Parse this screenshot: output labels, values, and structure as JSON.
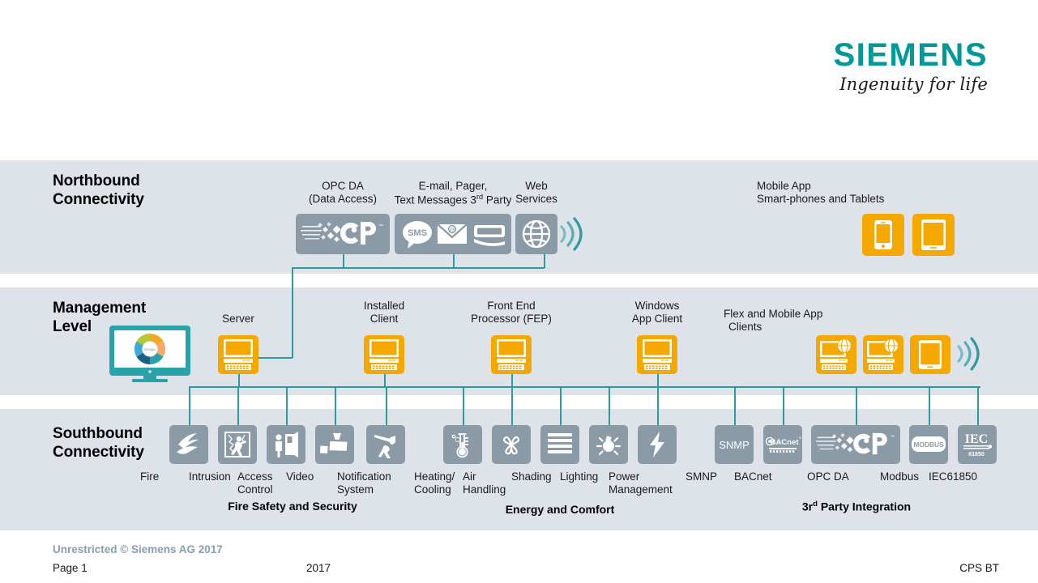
{
  "brand": {
    "name": "SIEMENS",
    "tagline": "Ingenuity for life",
    "color": "#009999"
  },
  "rows": {
    "northbound": {
      "title_line1": "Northbound",
      "title_line2": "Connectivity",
      "nodes": [
        {
          "name": "opc-da",
          "label_line1": "OPC DA",
          "label_line2": "(Data Access)",
          "icon": "opc-logo-icon"
        },
        {
          "name": "messaging",
          "label_line1": "E-mail, Pager,",
          "label_line2": "Text Messages 3rd Party",
          "icons": [
            "sms-bubble-icon",
            "envelope-at-icon",
            "pager-icon"
          ]
        },
        {
          "name": "web-services",
          "label_line1": "Web",
          "label_line2": "Services",
          "icon": "globe-icon"
        }
      ],
      "mobile": {
        "label_line1": "Mobile App",
        "label_line2": "Smart-phones and Tablets",
        "icons": [
          "smartphone-icon",
          "tablet-icon"
        ]
      }
    },
    "management": {
      "title_line1": "Management",
      "title_line2": "Level",
      "monitor_icon": "desigo-monitor-icon",
      "nodes": [
        {
          "name": "server",
          "label_line1": "Server",
          "label_line2": "",
          "icon": "workstation-icon"
        },
        {
          "name": "installed-client",
          "label_line1": "Installed",
          "label_line2": "Client",
          "icon": "workstation-icon"
        },
        {
          "name": "front-end-processor",
          "label_line1": "Front End",
          "label_line2": "Processor (FEP)",
          "icon": "workstation-icon"
        },
        {
          "name": "windows-app-client",
          "label_line1": "Windows",
          "label_line2": "App Client",
          "icon": "workstation-icon"
        }
      ],
      "flex": {
        "label_line1": "Flex and Mobile App",
        "label_line2": "Clients",
        "icons": [
          "web-workstation-icon",
          "web-workstation-icon",
          "tablet-icon"
        ]
      }
    },
    "southbound": {
      "title_line1": "Southbound",
      "title_line2": "Connectivity",
      "groups": [
        {
          "name": "fire-safety-and-security",
          "title": "Fire Safety and Security",
          "items": [
            {
              "label_line1": "Fire",
              "label_line2": "",
              "icon": "flame-icon"
            },
            {
              "label_line1": "Intrusion",
              "label_line2": "",
              "icon": "intruder-icon"
            },
            {
              "label_line1": "Access",
              "label_line2": "Control",
              "icon": "door-access-icon"
            },
            {
              "label_line1": "Video",
              "label_line2": "",
              "icon": "cctv-camera-icon"
            },
            {
              "label_line1": "Notification",
              "label_line2": "System",
              "icon": "evacuation-alert-icon"
            }
          ]
        },
        {
          "name": "energy-and-comfort",
          "title": "Energy and Comfort",
          "items": [
            {
              "label_line1": "Heating/",
              "label_line2": "Cooling",
              "icon": "thermometer-icon"
            },
            {
              "label_line1": "Air",
              "label_line2": "Handling",
              "icon": "fan-icon"
            },
            {
              "label_line1": "Shading",
              "label_line2": "",
              "icon": "blinds-icon"
            },
            {
              "label_line1": "Lighting",
              "label_line2": "",
              "icon": "lightbulb-icon"
            },
            {
              "label_line1": "Power",
              "label_line2": "Management",
              "icon": "lightning-bolt-icon"
            }
          ]
        },
        {
          "name": "third-party-integration",
          "title_pre": "3r",
          "title_sup": "d",
          "title_post": " Party Integration",
          "items": [
            {
              "label_line1": "SMNP",
              "label_line2": "",
              "icon": "snmp-logo-icon",
              "icon_text": "SNMP"
            },
            {
              "label_line1": "BACnet",
              "label_line2": "",
              "icon": "bacnet-logo-icon",
              "icon_text": "BACnet"
            },
            {
              "label_line1": "OPC DA",
              "label_line2": "",
              "icon": "opc-logo-icon"
            },
            {
              "label_line1": "Modbus",
              "label_line2": "",
              "icon": "modbus-logo-icon",
              "icon_text": "MODBUS"
            },
            {
              "label_line1": "IEC61850",
              "label_line2": "",
              "icon": "iec-logo-icon",
              "icon_text": "IEC",
              "icon_text2": "61850"
            }
          ]
        }
      ]
    }
  },
  "footer": {
    "copyright": "Unrestricted © Siemens AG 2017",
    "page": "Page 1",
    "year": "2017",
    "right": "CPS BT"
  },
  "colors": {
    "band": "#dee3ea",
    "gray_tile": "#8b9aa7",
    "orange_tile": "#f5a800",
    "teal_line": "#2e9aa0",
    "siemens_teal": "#009999"
  }
}
